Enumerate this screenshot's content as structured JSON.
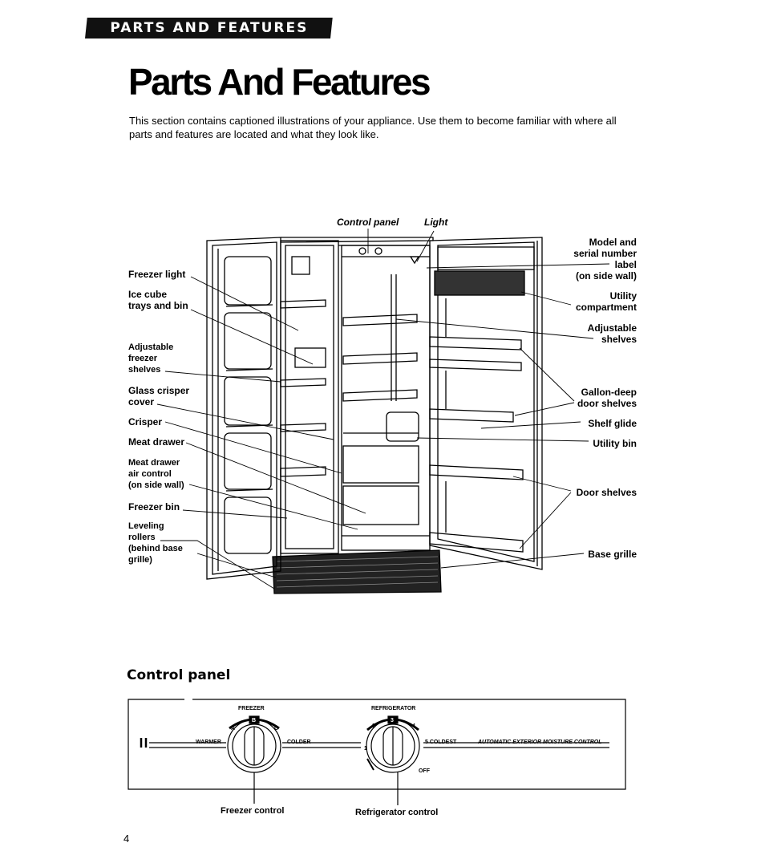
{
  "banner": "PARTS AND FEATURES",
  "title": "Parts And Features",
  "intro": "This section contains captioned illustrations of your appliance. Use them to become familiar with where all parts and features are located and what they look like.",
  "diagram": {
    "top_labels": {
      "control_panel": "Control panel",
      "light": "Light"
    },
    "left_labels": {
      "freezer_light": "Freezer light",
      "ice_cube": "Ice cube\ntrays and bin",
      "adj_freezer": "Adjustable\nfreezer\nshelves",
      "glass_crisper": "Glass crisper\ncover",
      "crisper": "Crisper",
      "meat_drawer": "Meat drawer",
      "meat_air": "Meat drawer\nair control\n(on side wall)",
      "freezer_bin": "Freezer bin",
      "leveling": "Leveling\nrollers\n(behind base\ngrille)"
    },
    "right_labels": {
      "model_serial": "Model and\nserial number\nlabel\n(on side wall)",
      "utility_comp": "Utility\ncompartment",
      "adj_shelves": "Adjustable\nshelves",
      "gallon_deep": "Gallon-deep\ndoor shelves",
      "shelf_glide": "Shelf glide",
      "utility_bin": "Utility bin",
      "door_shelves": "Door shelves",
      "base_grille": "Base grille"
    }
  },
  "control_panel": {
    "heading": "Control panel",
    "freezer_label": "FREEZER",
    "refrigerator_label": "REFRIGERATOR",
    "warmer": "WARMER",
    "colder": "COLDER",
    "coldest": "5 COLDEST",
    "off": "OFF",
    "moisture": "AUTOMATIC EXTERIOR MOISTURE CONTROL",
    "freezer_letters": [
      "A",
      "B",
      "C"
    ],
    "fridge_numbers": [
      "1",
      "2",
      "3",
      "4"
    ],
    "freezer_caption": "Freezer control",
    "refrigerator_caption": "Refrigerator control"
  },
  "page_number": "4"
}
